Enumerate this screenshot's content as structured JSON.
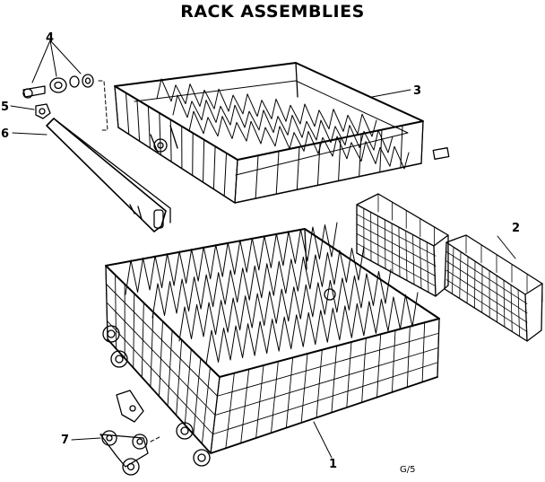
{
  "title": "RACK ASSEMBLIES",
  "callouts": {
    "c1": "1",
    "c2": "2",
    "c3": "3",
    "c4": "4",
    "c5": "5",
    "c6": "6",
    "c7": "7"
  },
  "figure_code": "G/5",
  "colors": {
    "ink": "#000000",
    "paper": "#ffffff"
  }
}
